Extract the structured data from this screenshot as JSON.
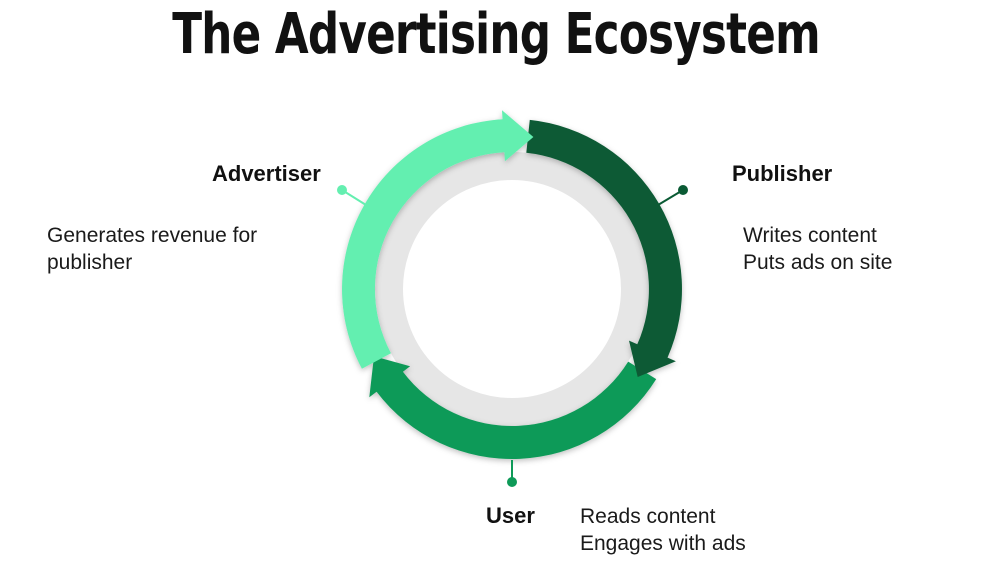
{
  "title": "The Advertising Ecosystem",
  "nodes": {
    "advertiser": {
      "label": "Advertiser",
      "description": [
        "Generates revenue for",
        "publisher"
      ]
    },
    "publisher": {
      "label": "Publisher",
      "description": [
        "Writes content",
        "Puts ads on site"
      ]
    },
    "user": {
      "label": "User",
      "description": [
        "Reads content",
        "Engages with ads"
      ]
    }
  },
  "colors": {
    "advertiser_arc": "#64efb0",
    "publisher_arc": "#0a5a34",
    "user_arc": "#0e9a58",
    "inner_ring": "#e6e6e6",
    "connector_advertiser": "#64efb0",
    "connector_publisher": "#0a5a34",
    "connector_user": "#0e9a58"
  }
}
